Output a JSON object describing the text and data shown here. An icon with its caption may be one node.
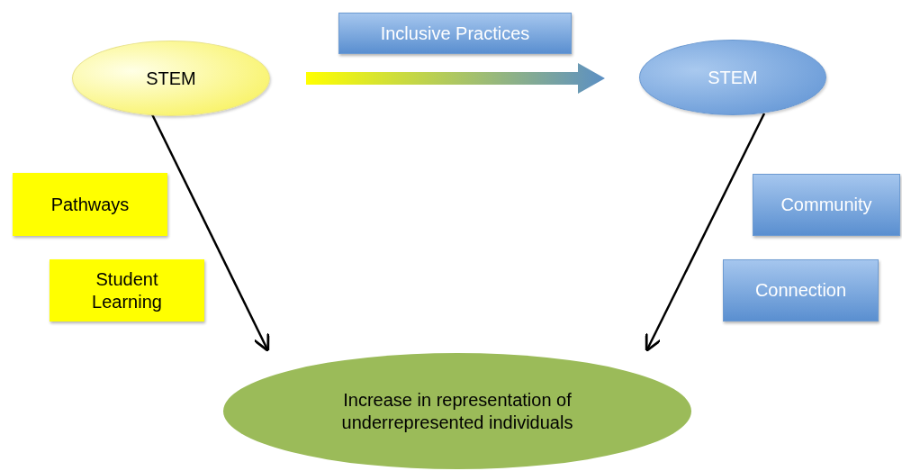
{
  "diagram": {
    "nodes": [
      {
        "text": [
          "STEM"
        ]
      },
      {
        "text": [
          "Inclusive Practices"
        ]
      },
      {
        "text": [
          "STEM"
        ]
      },
      {
        "text": [
          "Pathways"
        ]
      },
      {
        "text": [
          "Student Learning"
        ]
      },
      {
        "text": [
          "Community"
        ]
      },
      {
        "text": [
          "Connection"
        ]
      },
      {
        "text": [
          "Increase in representation of underrepresented individuals"
        ]
      }
    ],
    "edges": [
      {
        "from": 0,
        "to": 2,
        "arrow": "to",
        "style": "thick"
      },
      {
        "from": 0,
        "to": 7,
        "arrow": "to"
      },
      {
        "from": 2,
        "to": 7,
        "arrow": "to"
      }
    ]
  }
}
